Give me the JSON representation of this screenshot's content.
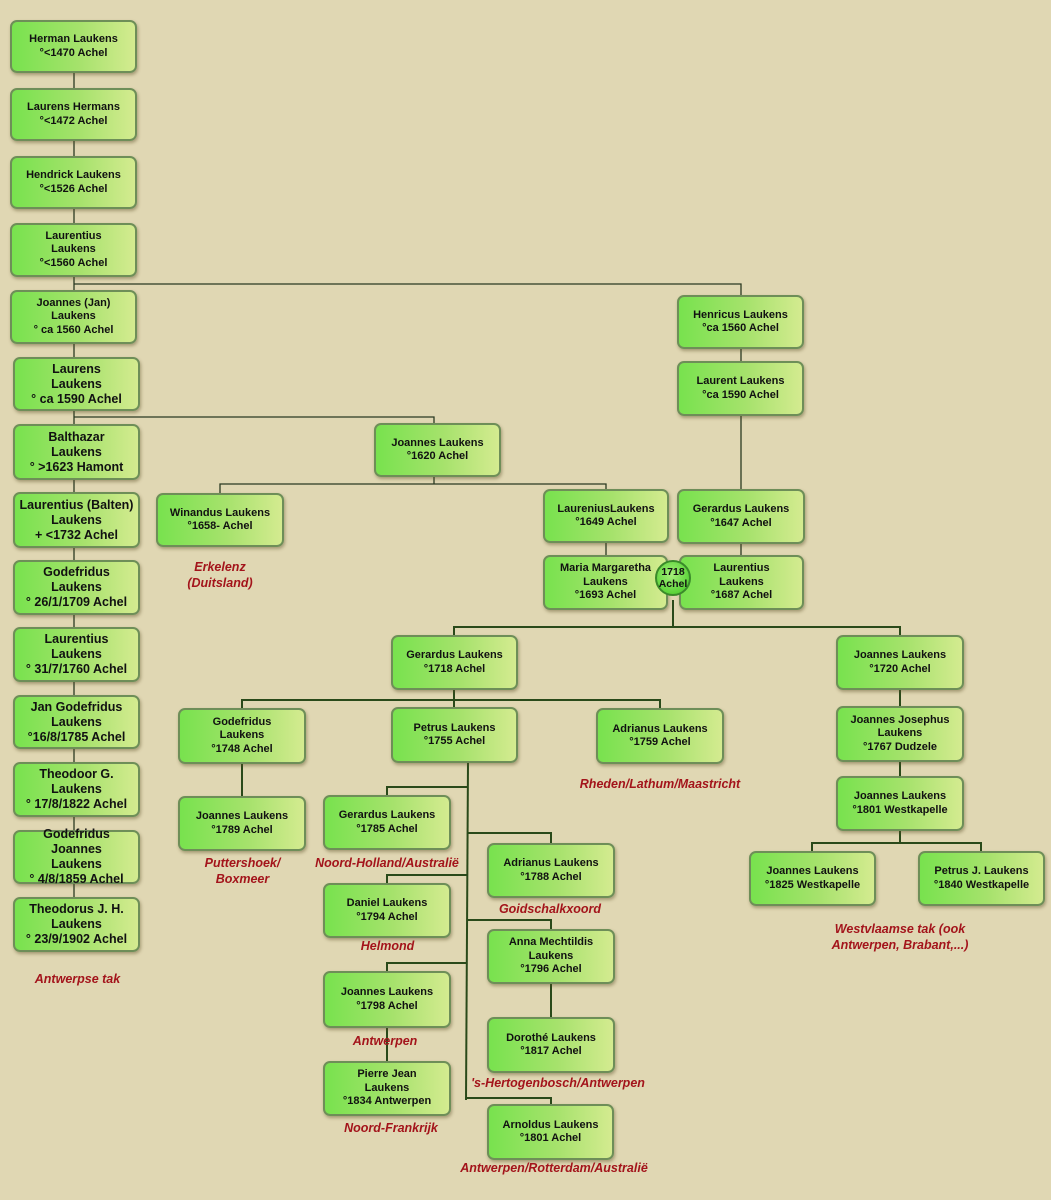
{
  "nodes": {
    "n1": "Herman Laukens\n°<1470 Achel",
    "n2": "Laurens Hermans\n°<1472 Achel",
    "n3": "Hendrick Laukens\n°<1526 Achel",
    "n4": "Laurentius\nLaukens\n°<1560 Achel",
    "n5": "Joannes (Jan)\nLaukens\n° ca 1560  Achel",
    "n6": "Laurens\nLaukens\n° ca 1590  Achel",
    "n7": "Balthazar\nLaukens\n° >1623  Hamont",
    "n8": "Laurentius (Balten)\nLaukens\n+ <1732 Achel",
    "n9": "Godefridus\nLaukens\n° 26/1/1709  Achel",
    "n10": "Laurentius\nLaukens\n° 31/7/1760 Achel",
    "n11": "Jan Godefridus\nLaukens\n°16/8/1785 Achel",
    "n12": "Theodoor G.\nLaukens\n° 17/8/1822 Achel",
    "n13": "Godefridus Joannes\nLaukens\n° 4/8/1859  Achel",
    "n14": "Theodorus J. H.\nLaukens\n° 23/9/1902 Achel",
    "hen": "Henricus Laukens\n°ca 1560 Achel",
    "lau": "Laurent Laukens\n°ca 1590 Achel",
    "jo1620": "Joannes Laukens\n°1620 Achel",
    "win": "Winandus Laukens\n°1658- Achel",
    "lau1649": "LaureniusLaukens\n°1649 Achel",
    "mar": "Maria Margaretha\nLaukens\n°1693 Achel",
    "ger1647": "Gerardus Laukens\n°1647 Achel",
    "lau1687": "Laurentius\nLaukens\n°1687 Achel",
    "ger1718": "Gerardus Laukens\n°1718 Achel",
    "jo1720": "Joannes Laukens\n°1720 Achel",
    "god1748": "Godefridus\nLaukens\n°1748 Achel",
    "pet1755": "Petrus Laukens\n°1755 Achel",
    "adr1759": "Adrianus Laukens\n°1759 Achel",
    "jj1767": "Joannes Josephus\nLaukens\n°1767 Dudzele",
    "jo1801w": "Joannes Laukens\n°1801 Westkapelle",
    "jo1789": "Joannes Laukens\n°1789 Achel",
    "ger1785": "Gerardus Laukens\n°1785 Achel",
    "adr1788": "Adrianus Laukens\n°1788  Achel",
    "dan1794": "Daniel Laukens\n°1794 Achel",
    "ann1796": "Anna Mechtildis\nLaukens\n°1796 Achel",
    "jo1798": "Joannes Laukens\n°1798 Achel",
    "dor1817": "Dorothé Laukens\n°1817 Achel",
    "pie1834": "Pierre Jean\nLaukens\n°1834 Antwerpen",
    "arn1801": "Arnoldus Laukens\n°1801 Achel",
    "jo1825": "Joannes Laukens\n°1825 Westkapelle",
    "pet1840": "Petrus J. Laukens\n°1840 Westkapelle"
  },
  "marker": "1718\nAchel",
  "notes": {
    "antwerpse": "Antwerpse tak",
    "erkelenz": "Erkelenz\n(Duitsland)",
    "putters": "Puttershoek/\nBoxmeer",
    "rheden": "Rheden/Lathum/Maastricht",
    "noordholland": "Noord-Holland/Australië",
    "goidschalk": "Goidschalkxoord",
    "helmond": "Helmond",
    "antwerpen": "Antwerpen",
    "hertogenbosch": "'s-Hertogenbosch/Antwerpen",
    "noordfrankrijk": "Noord-Frankrijk",
    "rotterdam": "Antwerpen/Rotterdam/Australië",
    "westvlaamse": "Westvlaamse  tak (ook\nAntwerpen, Brabant,...)"
  },
  "colors": {
    "background": "#e0d7b3",
    "node_border": "#6e8e58",
    "node_fill_start": "#78e24e",
    "node_fill_end": "#d4eb90",
    "connector": "#2a3a22",
    "note_text": "#a3141b"
  }
}
